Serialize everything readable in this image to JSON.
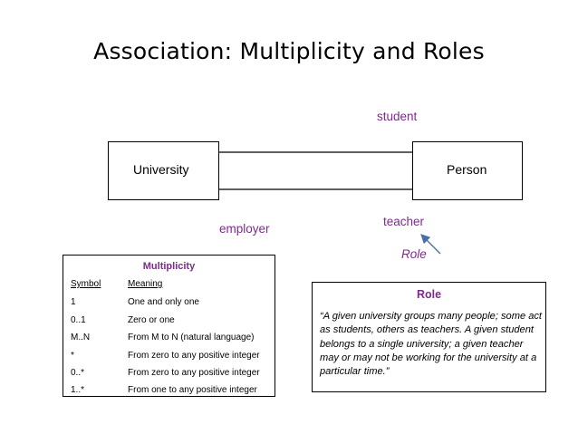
{
  "title": "Association: Multiplicity and Roles",
  "classes": {
    "left": "University",
    "right": "Person"
  },
  "roles": {
    "top_right": "student",
    "bottom_right": "teacher",
    "bottom_left": "employer",
    "pointer_label": "Role"
  },
  "multiplicity_table": {
    "title": "Multiplicity",
    "headers": [
      "Symbol",
      "Meaning"
    ],
    "rows": [
      [
        "1",
        "One and only one"
      ],
      [
        "0..1",
        "Zero or one"
      ],
      [
        "M..N",
        "From M to N (natural language)"
      ],
      [
        "*",
        "From zero to any positive integer"
      ],
      [
        "0..*",
        "From zero to any positive integer"
      ],
      [
        "1..*",
        "From one to any positive integer"
      ]
    ]
  },
  "role_note": {
    "title": "Role",
    "text": "“A given university groups many people; some act as students, others as teachers. A given student belongs to a single university; a given teacher may or may not be working for the university at a particular time.”"
  },
  "colors": {
    "role_label": "#7b2c8c",
    "arrow": "#4a6fa5"
  }
}
